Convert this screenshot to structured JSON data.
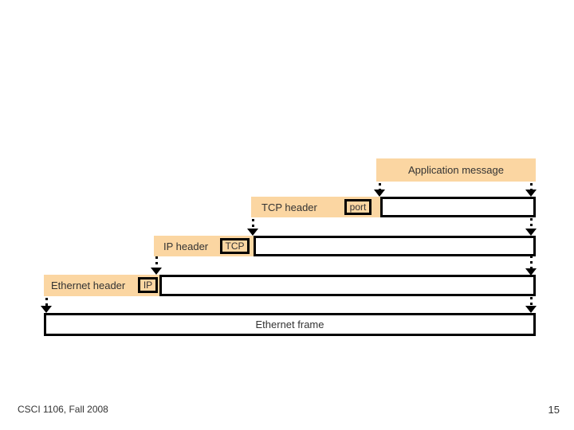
{
  "colors": {
    "tan": "#FBD6A2",
    "line": "#000000",
    "text": "#333333"
  },
  "rows": {
    "application": {
      "label": "Application message"
    },
    "tcp": {
      "header_label": "TCP header",
      "field_label": "port"
    },
    "ip": {
      "header_label": "IP header",
      "field_label": "TCP"
    },
    "ethernet": {
      "header_label": "Ethernet header",
      "field_label": "IP"
    },
    "frame": {
      "label": "Ethernet frame"
    }
  },
  "footer": {
    "course": "CSCI 1106, Fall 2008",
    "page_number": "15"
  }
}
